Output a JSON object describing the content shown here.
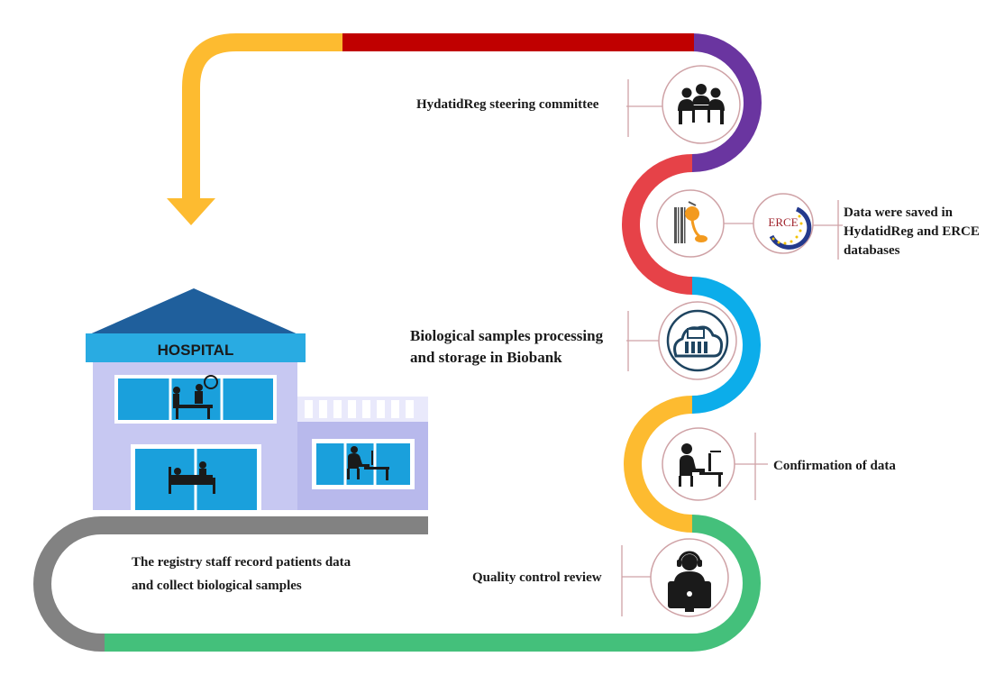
{
  "hospital": {
    "sign": "HOSPITAL",
    "icons": [
      "surgery-icon",
      "patient-bed-icon",
      "staff-computer-icon"
    ]
  },
  "steps": [
    {
      "id": "registry",
      "label_lines": [
        "The registry staff record patients data",
        "and collect biological samples"
      ],
      "icon": "hospital-icon",
      "color": "#828282"
    },
    {
      "id": "quality",
      "label_lines": [
        "Quality control review"
      ],
      "icon": "headset-operator-icon",
      "color": "#44c07b"
    },
    {
      "id": "confirmation",
      "label_lines": [
        "Confirmation of data"
      ],
      "icon": "desk-worker-icon",
      "color": "#fdbb30"
    },
    {
      "id": "biobank",
      "label_lines": [
        "Biological samples processing",
        "and storage in Biobank"
      ],
      "icon": "biobank-cloud-icon",
      "color": "#0cadea"
    },
    {
      "id": "databases",
      "label_lines": [
        "Data were saved in",
        "HydatidReg and ERCE",
        "databases"
      ],
      "icon": "hydatidreg-logo-icon",
      "color": "#e64248"
    },
    {
      "id": "steering",
      "label_lines": [
        "HydatidReg steering committee"
      ],
      "icon": "committee-meeting-icon",
      "color": "#6a35a0"
    }
  ],
  "erce_logo": {
    "text": "ERCE"
  },
  "colors": {
    "top_bar": "#c00000",
    "return_arrow": "#fdbb30",
    "circle_border": "#cfa2a6",
    "hospital_roof": "#1f5f9c",
    "hospital_band": "#29abe2",
    "hospital_wall": "#c7c8f2",
    "hospital_window": "#1aa0dc"
  }
}
